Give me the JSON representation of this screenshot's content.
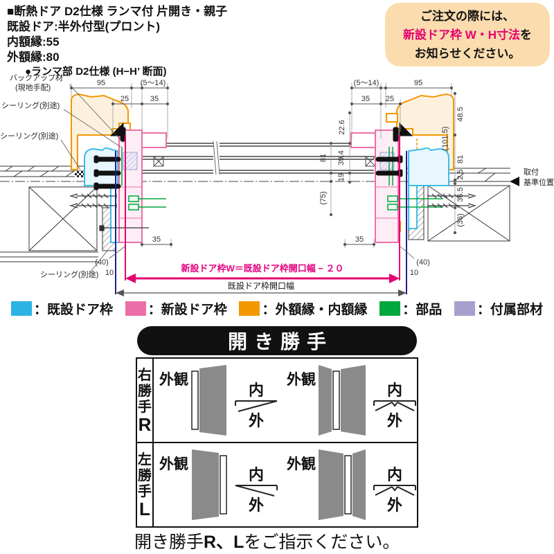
{
  "header": {
    "line1": "■断熱ドア D2仕様 ランマ付 片開き・親子",
    "line2": "既設ドア:半外付型(プロント)",
    "line3": "内額縁:55",
    "line4": "外額縁:80",
    "section_title": "●ランマ部 D2仕様 (H−H’ 断面)"
  },
  "notice": {
    "line1": "ご注文の際には、",
    "line2_highlight": "新設ドア枠 W・H寸法",
    "line2_suffix": "を",
    "line3": "お知らせください。",
    "bg_color": "#fbdcae",
    "highlight_color": "#e4006f"
  },
  "diagram": {
    "labels": {
      "backup1": "バックアップ材",
      "backup2": "(現地手配)",
      "sealing": "シーリング(別途)",
      "mounting1": "取付",
      "mounting2": "基準位置",
      "formula": "新設ドア枠W＝既設ドア枠開口幅 − ２０",
      "opening_width": "既設ドア枠開口幅"
    },
    "dims": {
      "tl_95": "95",
      "tl_gap": "(5〜14)",
      "tl_25": "25",
      "tl_35": "35",
      "tr_gap": "(5〜14)",
      "tr_95": "95",
      "tr_35": "35",
      "tr_25": "25",
      "r_48_5": "48.5",
      "r_101_5": "(101.5)",
      "r_81": "81",
      "r_2_5": "2.5",
      "r_36_5": "36.5",
      "r_36": "(36)",
      "m_22_6": "22.6",
      "m_81": "81",
      "m_39_4": "39.4",
      "m_19": "19",
      "m_75": "(75)",
      "bl_35": "35",
      "bl_40": "(40)",
      "bl_10": "10",
      "br_35": "35",
      "br_40": "(40)",
      "br_10": "10"
    }
  },
  "legend": {
    "items": [
      {
        "color": "#2cb3e6",
        "label": "：既設ドア枠"
      },
      {
        "color": "#ed6fa8",
        "label": "：新設ドア枠"
      },
      {
        "color": "#f39800",
        "label": "：外額縁・内額縁"
      },
      {
        "color": "#00a63e",
        "label": "：部品"
      },
      {
        "color": "#a89fce",
        "label": "：付属部材"
      }
    ]
  },
  "kaite": {
    "banner": "開き勝手",
    "gaikan": "外観",
    "uchi": "内",
    "soto": "外",
    "rows": [
      {
        "label_kanji": "右勝手",
        "label_letter": "R"
      },
      {
        "label_kanji": "左勝手",
        "label_letter": "L"
      }
    ]
  },
  "footer": {
    "prefix": "開き勝手",
    "rl": "R、L",
    "suffix": "をご指示ください。"
  }
}
